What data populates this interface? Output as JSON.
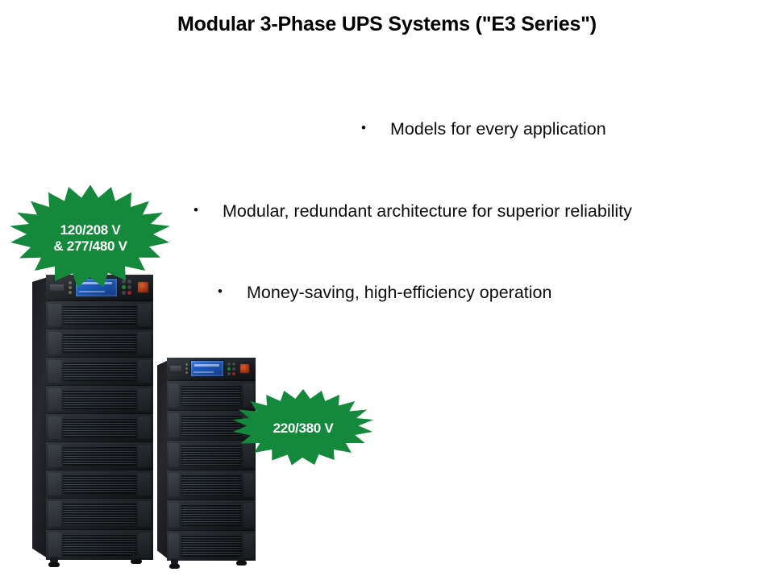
{
  "slide": {
    "title": "Modular 3-Phase UPS Systems (\"E3 Series\")",
    "background_color": "#ffffff",
    "text_color": "#000000"
  },
  "bullets": [
    {
      "marker": "•",
      "text": "Models for every application"
    },
    {
      "marker": "•",
      "text": "Modular, redundant architecture for superior reliability"
    },
    {
      "marker": "•",
      "text": "Money-saving, high-efficiency operation"
    }
  ],
  "callouts": [
    {
      "id": "callout-voltage-na",
      "shape": "starburst",
      "fill_color": "#14883b",
      "text_color": "#ffffff",
      "lines": [
        "120/208 V",
        "& 277/480 V"
      ]
    },
    {
      "id": "callout-voltage-intl",
      "shape": "starburst",
      "fill_color": "#14883b",
      "text_color": "#ffffff",
      "lines": [
        "220/380 V"
      ]
    }
  ],
  "products": [
    {
      "id": "ups-large",
      "name": "large-modular-ups-cabinet",
      "bay_count": 9,
      "chassis_color": "#222529",
      "display_color": "#1a57bb",
      "epo_color": "#d44317"
    },
    {
      "id": "ups-small",
      "name": "small-modular-ups-cabinet",
      "bay_count": 6,
      "chassis_color": "#222529",
      "display_color": "#1a57bb",
      "epo_color": "#d44317"
    }
  ]
}
